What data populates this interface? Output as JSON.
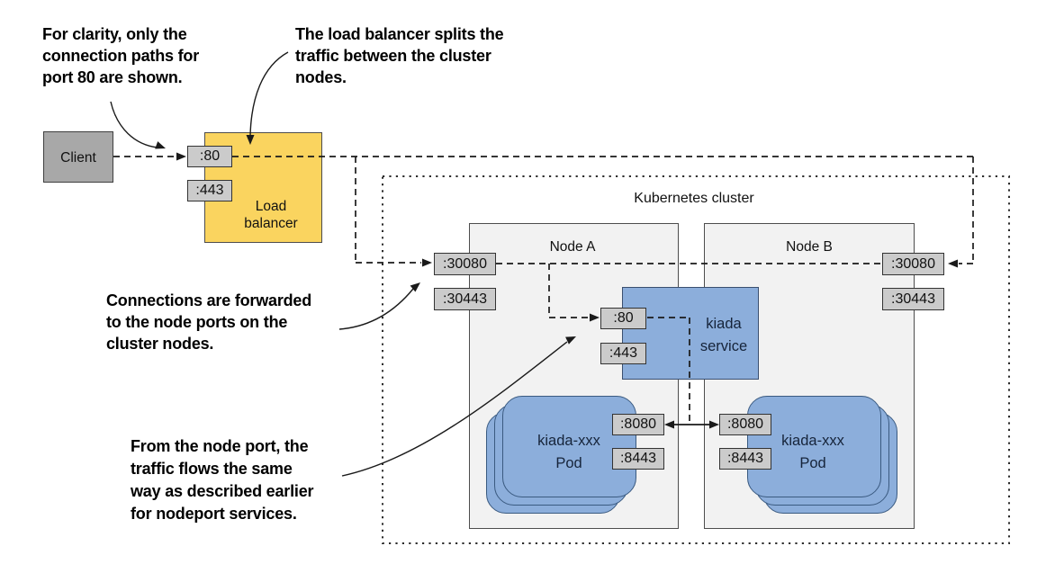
{
  "figure": {
    "type": "kubernetes-loadbalancer-diagram"
  },
  "annotations": {
    "clarity": "For clarity, only the\nconnection paths for\nport 80 are shown.",
    "split": "The load balancer splits the\ntraffic between the cluster\nnodes.",
    "forwarded": "Connections are forwarded\nto the node ports on the\ncluster nodes.",
    "nodeport": "From the node port, the\ntraffic flows the same\nway as described earlier\nfor nodeport services."
  },
  "client": {
    "label": "Client"
  },
  "load_balancer": {
    "label": "Load\nbalancer",
    "ports": [
      ":80",
      ":443"
    ]
  },
  "cluster": {
    "label": "Kubernetes cluster",
    "nodes": [
      {
        "label": "Node A",
        "ports": [
          ":30080",
          ":30443"
        ]
      },
      {
        "label": "Node B",
        "ports": [
          ":30080",
          ":30443"
        ]
      }
    ],
    "service": {
      "label": "kiada\nservice",
      "ports": [
        ":80",
        ":443"
      ]
    },
    "pods": [
      {
        "label": "kiada-xxx\nPod",
        "ports": [
          ":8080",
          ":8443"
        ]
      },
      {
        "label": "kiada-xxx\nPod",
        "ports": [
          ":8080",
          ":8443"
        ]
      }
    ]
  },
  "colors": {
    "load_balancer_fill": "#FAD45F",
    "client_fill": "#A8A8A8",
    "node_fill": "#F2F2F2",
    "service_fill": "#8CAEDB",
    "pod_fill": "#8CAEDB",
    "port_label_fill": "#CBCBCB",
    "line": "#1A1A1A"
  }
}
